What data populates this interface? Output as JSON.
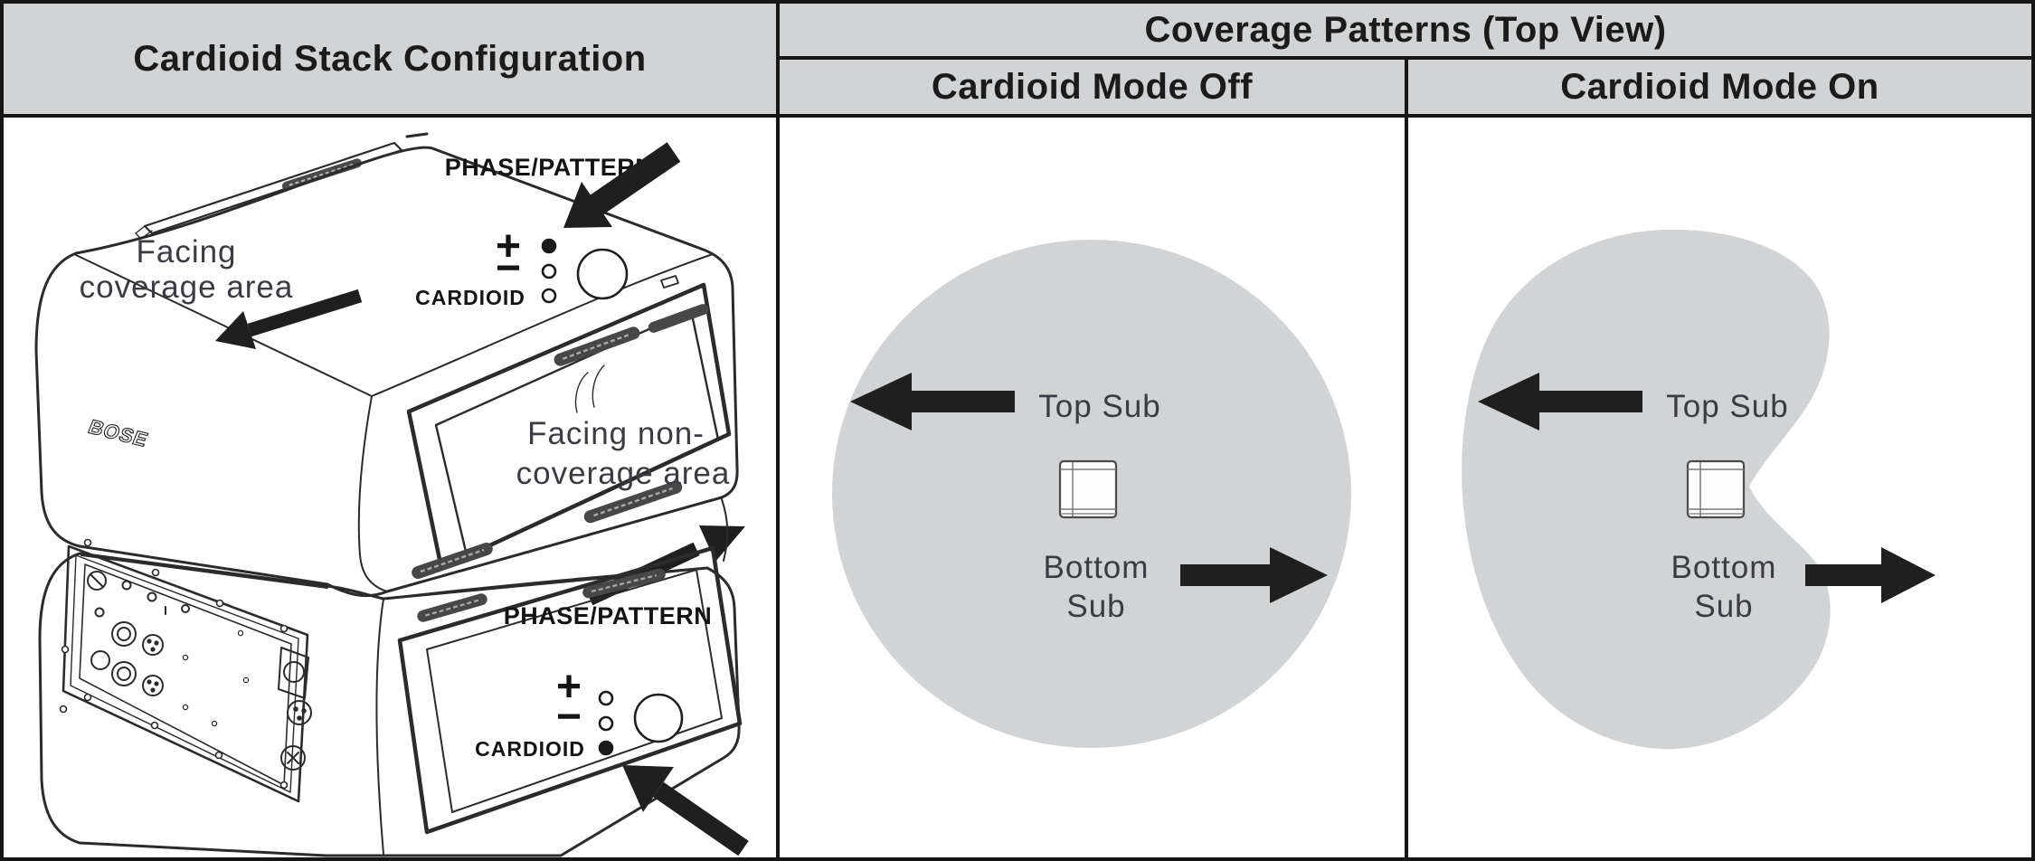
{
  "header": {
    "left": "Cardioid Stack Configuration",
    "right": "Coverage Patterns (Top View)",
    "off": "Cardioid Mode Off",
    "on": "Cardioid Mode On"
  },
  "colors": {
    "cell_gray": "#d2d3d4",
    "pattern_gray": "#d2d3d4",
    "line_dark": "#1f1f1f",
    "label_gray": "#3b3b42",
    "led_on": "#1a1a1a",
    "led_off": "#ffffff"
  },
  "stack_panel": {
    "brand_logo": "BOSE",
    "labels": {
      "facing_coverage_line1": "Facing",
      "facing_coverage_line2": "coverage area",
      "facing_non_coverage_line1": "Facing non-",
      "facing_non_coverage_line2": "coverage area"
    },
    "top_unit": {
      "panel_label": "PHASE/PATTERN",
      "plus": "+",
      "minus": "−",
      "cardioid_label": "CARDIOID",
      "leds": [
        {
          "label": "plus-led",
          "state": "on",
          "fill": "#1a1a1a"
        },
        {
          "label": "minus-led",
          "state": "off",
          "fill": "#ffffff"
        },
        {
          "label": "cardioid-led",
          "state": "off",
          "fill": "#ffffff"
        }
      ]
    },
    "bottom_unit": {
      "panel_label": "PHASE/PATTERN",
      "plus": "+",
      "minus": "−",
      "cardioid_label": "CARDIOID",
      "leds": [
        {
          "label": "plus-led",
          "state": "off",
          "fill": "#ffffff"
        },
        {
          "label": "minus-led",
          "state": "off",
          "fill": "#ffffff"
        },
        {
          "label": "cardioid-led",
          "state": "on",
          "fill": "#1a1a1a"
        }
      ]
    }
  },
  "coverage_panels": {
    "off": {
      "shape": "omnidirectional-circle",
      "top_sub_label": "Top Sub",
      "bottom_sub_line1": "Bottom",
      "bottom_sub_line2": "Sub"
    },
    "on": {
      "shape": "cardioid-kidney",
      "top_sub_label": "Top Sub",
      "bottom_sub_line1": "Bottom",
      "bottom_sub_line2": "Sub"
    }
  }
}
